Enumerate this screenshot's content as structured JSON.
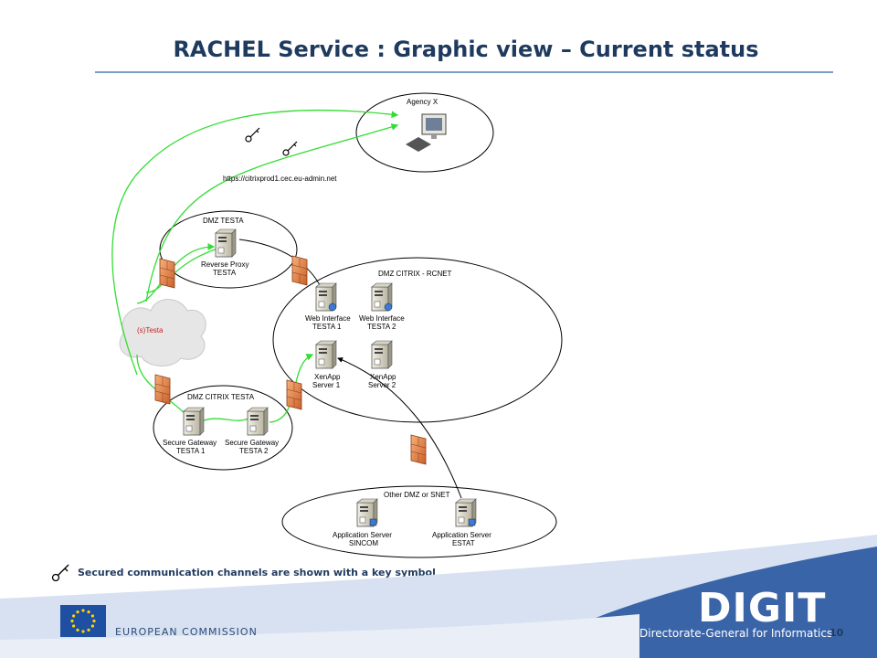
{
  "title": "RACHEL Service : Graphic view – Current status",
  "diagram": {
    "agency": "Agency X",
    "url": "https://citrixprod1.cec.eu-admin.net",
    "dmz_testa": "DMZ TESTA",
    "reverse_proxy_line1": "Reverse Proxy",
    "reverse_proxy_line2": "TESTA",
    "cloud": "(s)Testa",
    "dmz_citrix_rcnet": "DMZ CITRIX - RCNET",
    "web1_line1": "Web Interface",
    "web1_line2": "TESTA 1",
    "web2_line1": "Web Interface",
    "web2_line2": "TESTA 2",
    "xen1_line1": "XenApp",
    "xen1_line2": "Server 1",
    "xen2_line1": "XenApp",
    "xen2_line2": "Server 2",
    "dmz_citrix_testa": "DMZ CITRIX TESTA",
    "sg1_line1": "Secure Gateway",
    "sg1_line2": "TESTA 1",
    "sg2_line1": "Secure Gateway",
    "sg2_line2": "TESTA 2",
    "other_dmz": "Other DMZ or SNET",
    "app1_line1": "Application Server",
    "app1_line2": "SINCOM",
    "app2_line1": "Application Server",
    "app2_line2": "ESTAT"
  },
  "legend": {
    "text": "Secured communication channels are shown with a key symbol",
    "icon": "key-icon"
  },
  "footer": {
    "commission": "EUROPEAN COMMISSION",
    "digit": "DIGIT",
    "dg": "Directorate-General for Informatics",
    "page": "10"
  },
  "colors": {
    "title": "#1f3a5f",
    "link_green": "#33dd33",
    "footer_blue": "#3a64a8",
    "eu_blue": "#1f4fa0",
    "eu_star": "#ffd700",
    "firewall": "#e8874a"
  }
}
